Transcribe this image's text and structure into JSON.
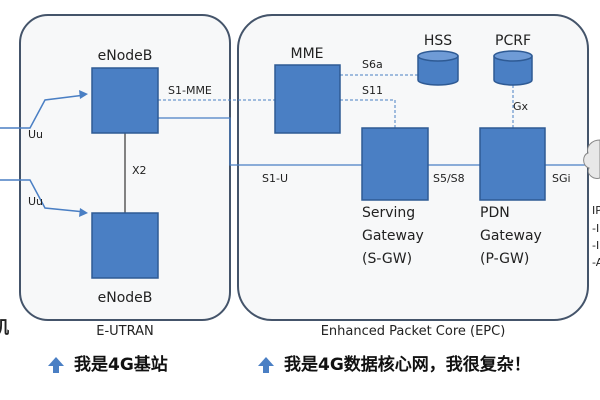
{
  "nodes": {
    "enodeb_top": "eNodeB",
    "enodeb_bottom": "eNodeB",
    "mme": "MME",
    "hss": "HSS",
    "pcrf": "PCRF",
    "sgw": [
      "Serving",
      "Gateway",
      "(S-GW)"
    ],
    "pgw": [
      "PDN",
      "Gateway",
      "(P-GW)"
    ]
  },
  "interfaces": {
    "uu_top": "Uu",
    "uu_bottom": "Uu",
    "x2": "X2",
    "s1_mme": "S1-MME",
    "s1_u": "S1-U",
    "s6a": "S6a",
    "s11": "S11",
    "gx": "Gx",
    "s5_s8": "S5/S8",
    "sgi": "SGi"
  },
  "regions": {
    "eutran": "E-UTRAN",
    "epc": "Enhanced Packet Core (EPC)"
  },
  "left_fragment": "机",
  "right_fragments": [
    "IP",
    "-I",
    "-I",
    "-A"
  ],
  "slogans": {
    "left": "我是4G基站",
    "right": "我是4G数据核心网，我很复杂！"
  },
  "colors": {
    "box_fill": "#4a7fc4",
    "box_stroke": "#2e5a94",
    "region_fill": "#f7f8f9",
    "region_stroke": "#44546a",
    "arrow": "#4a7fc4"
  }
}
